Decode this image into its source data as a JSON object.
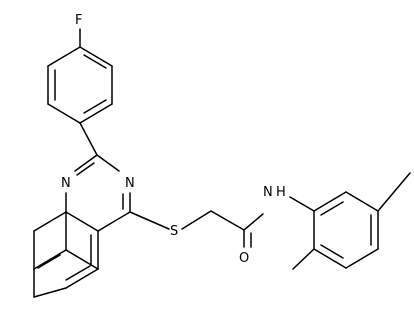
{
  "atom_labels": {
    "fluorine": "F",
    "n1": "N",
    "n3": "N",
    "sulfur": "S",
    "amide_n": "N",
    "amide_h": "H",
    "oxygen": "O"
  },
  "colors": {
    "bond": "#000000",
    "label": "#000000",
    "background": "#ffffff"
  }
}
